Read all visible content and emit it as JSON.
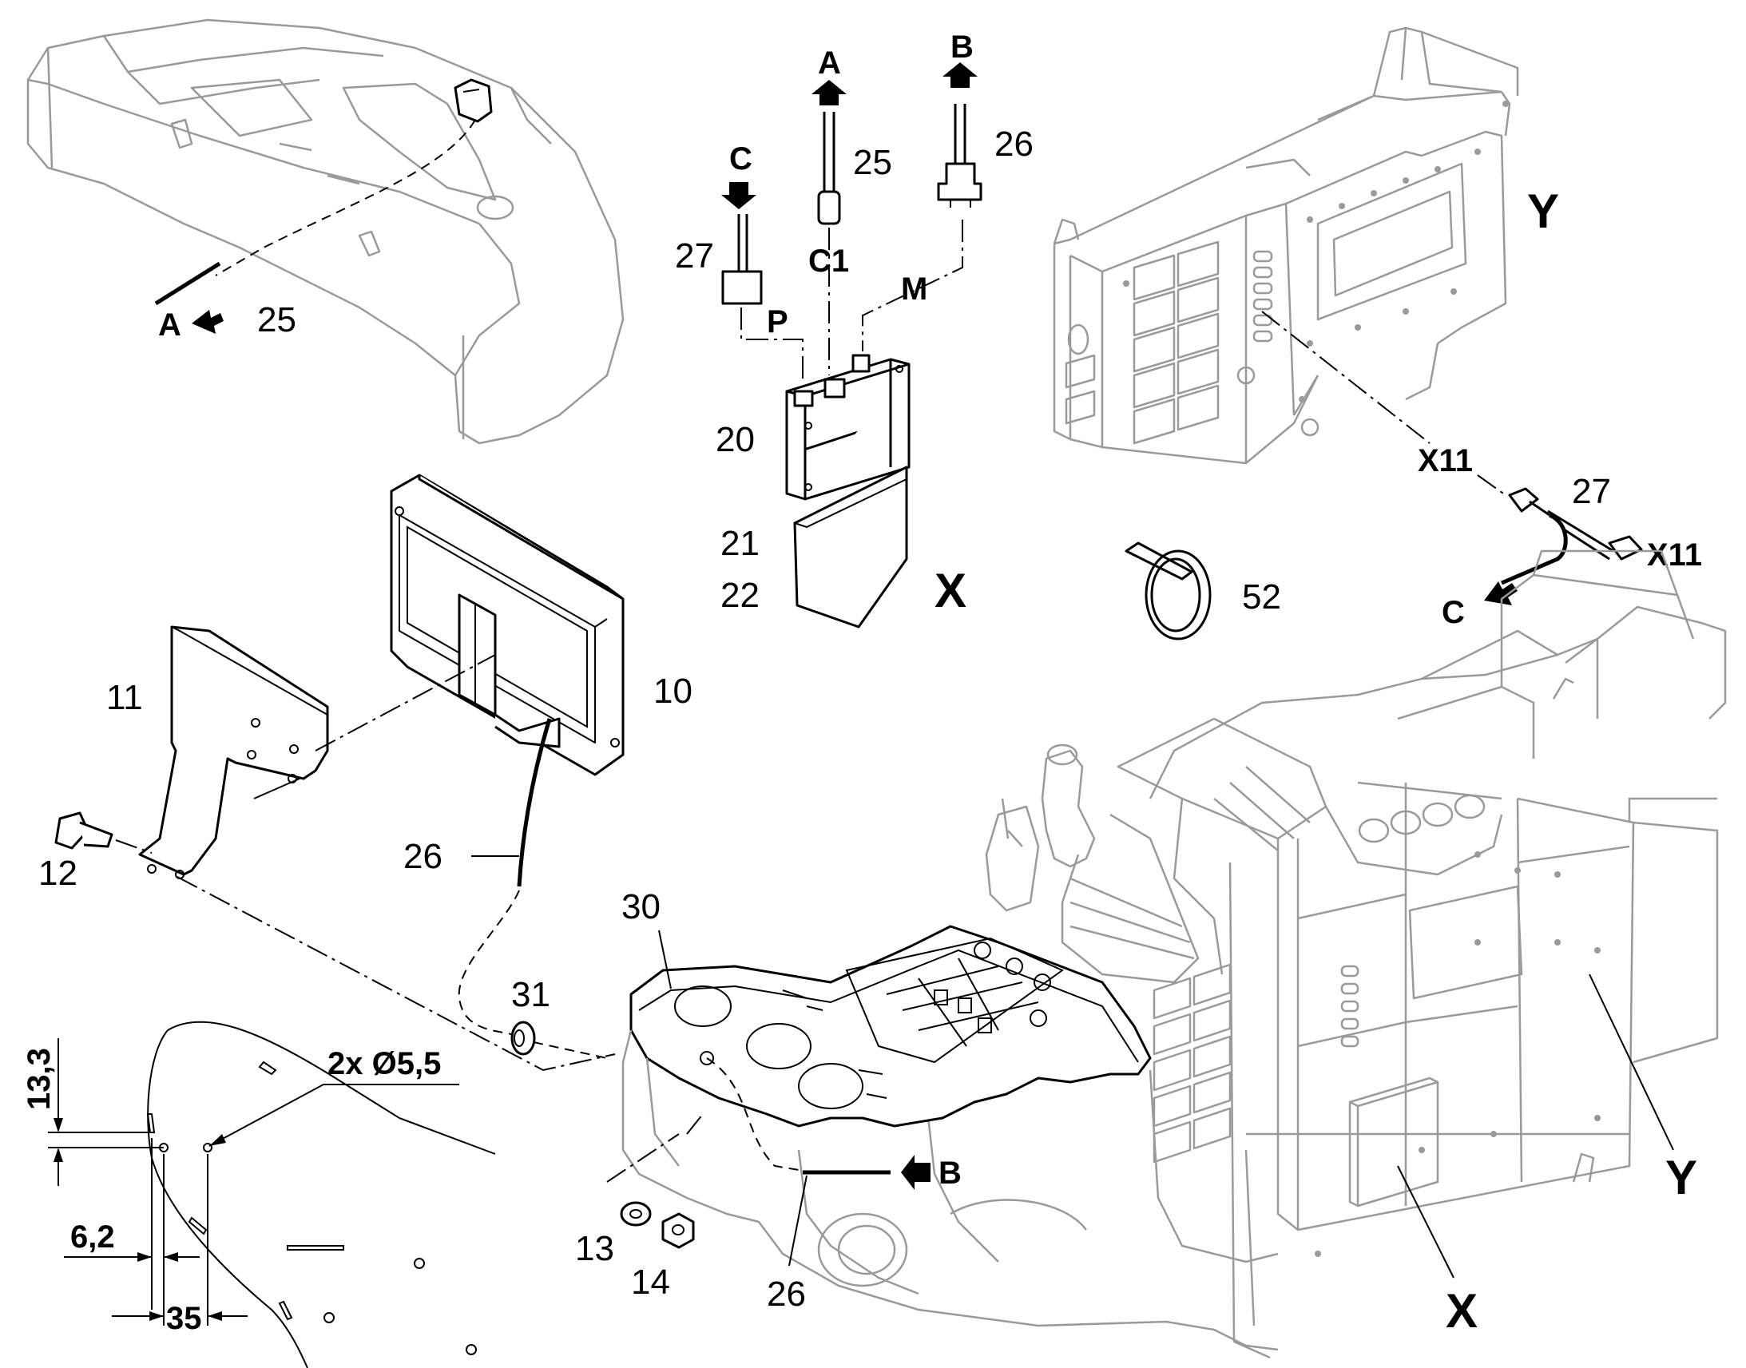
{
  "labels": {
    "hood_arrow": "A",
    "hood_cable": "25",
    "arrow_c_top": "C",
    "arrow_a_top": "A",
    "arrow_b_top": "B",
    "cable_25": "25",
    "cable_26_top": "26",
    "plug_27": "27",
    "conn_c1": "C1",
    "conn_p": "P",
    "conn_m": "M",
    "module_20": "20",
    "cover_21": "21",
    "cover_22": "22",
    "view_x_top": "X",
    "view_y_top": "Y",
    "conn_x11_a": "X11",
    "harness_27": "27",
    "conn_x11_b": "X11",
    "arrow_c_right": "C",
    "tie_52": "52",
    "bracket_11": "11",
    "display_10": "10",
    "screw_12": "12",
    "cable_26_mid": "26",
    "panel_30": "30",
    "grommet_31": "31",
    "arrow_b_right": "B",
    "washer_13": "13",
    "nut_14": "14",
    "cable_26_bottom": "26",
    "view_x_bottom": "X",
    "view_y_bottom": "Y",
    "dim_holes": "2x Ø5,5",
    "dim_13_3": "13,3",
    "dim_6_2": "6,2",
    "dim_35": "35"
  }
}
